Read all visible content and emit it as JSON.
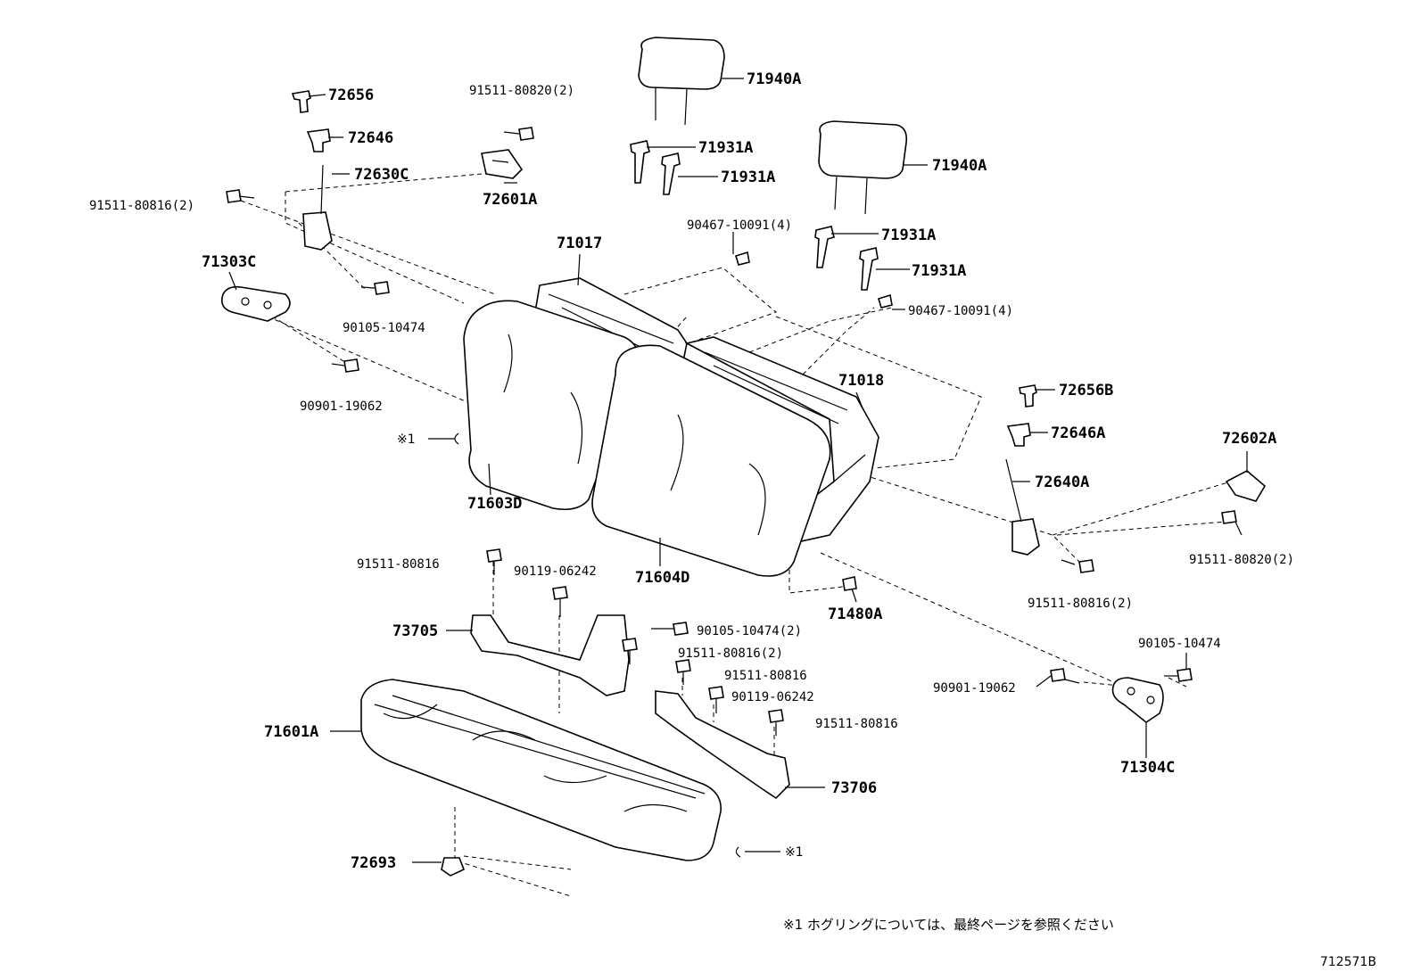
{
  "labels": {
    "p72656": "72656",
    "p72646": "72646",
    "p72630C": "72630C",
    "p91511_80816_2_left": "91511-80816(2)",
    "p91511_80820_2_top": "91511-80820(2)",
    "p72601A": "72601A",
    "p71940A_1": "71940A",
    "p71931A_1": "71931A",
    "p71931A_2": "71931A",
    "p71940A_2": "71940A",
    "p90467_10091_4_a": "90467-10091(4)",
    "p71931A_3": "71931A",
    "p71931A_4": "71931A",
    "p90467_10091_4_b": "90467-10091(4)",
    "p71017": "71017",
    "p71303C": "71303C",
    "p90105_10474_left": "90105-10474",
    "p90901_19062_left": "90901-19062",
    "p71018": "71018",
    "p72656B": "72656B",
    "p72646A": "72646A",
    "p72602A": "72602A",
    "p72640A": "72640A",
    "p91511_80820_2_right": "91511-80820(2)",
    "p91511_80816_2_right": "91511-80816(2)",
    "ref_x1_left": "※1",
    "p71603D": "71603D",
    "p71604D": "71604D",
    "p91511_80816_a": "91511-80816",
    "p90119_06242_a": "90119-06242",
    "p73705": "73705",
    "p90105_10474_2": "90105-10474(2)",
    "p91511_80816_2_mid": "91511-80816(2)",
    "p71480A": "71480A",
    "p91511_80816_b": "91511-80816",
    "p90119_06242_b": "90119-06242",
    "p91511_80816_c": "91511-80816",
    "p90105_10474_right": "90105-10474",
    "p90901_19062_right": "90901-19062",
    "p71601A": "71601A",
    "p71304C": "71304C",
    "p73706": "73706",
    "p72693": "72693",
    "ref_x1_right": "※1"
  },
  "footnote": "※1  ホグリングについては、最終ページを参照ください",
  "diagram_code": "712571B"
}
